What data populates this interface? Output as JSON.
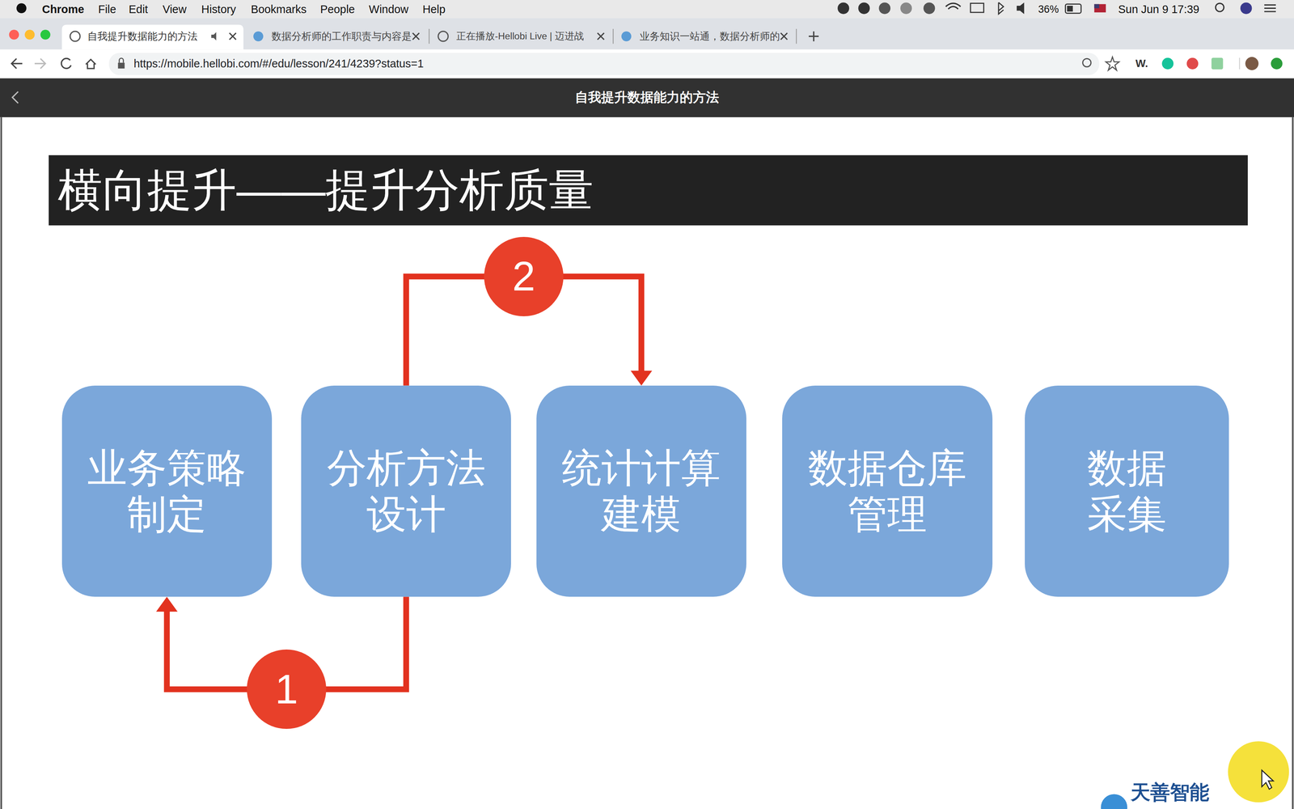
{
  "diagram": {
    "title": "横向提升——提升分析质量",
    "nodes": [
      {
        "text": [
          "业务策略制定"
        ]
      },
      {
        "text": [
          "分析方法设计"
        ]
      },
      {
        "text": [
          "统计计算建模"
        ]
      },
      {
        "text": [
          "数据仓库管理"
        ]
      },
      {
        "text": [
          "数据采集"
        ]
      }
    ],
    "edges": [
      {
        "from": 1,
        "to": 0,
        "arrow": "to",
        "label": "1"
      },
      {
        "from": 1,
        "to": 2,
        "arrow": "to",
        "label": "2"
      }
    ],
    "labels": [
      "Chrome",
      "File",
      "Edit",
      "View",
      "History",
      "Bookmarks",
      "People",
      "Window",
      "Help",
      "36%",
      "Sun Jun 9 17:39",
      "自我提升数据能力的方法",
      "数据分析师的工作职责与内容是",
      "正在播放-Hellobi Live | 迈进战",
      "业务知识一站通，数据分析师的",
      "https://mobile.hellobi.com/#/edu/lesson/241/4239?status=1",
      "自我提升数据能力的方法",
      "天善智能",
      "W."
    ]
  }
}
